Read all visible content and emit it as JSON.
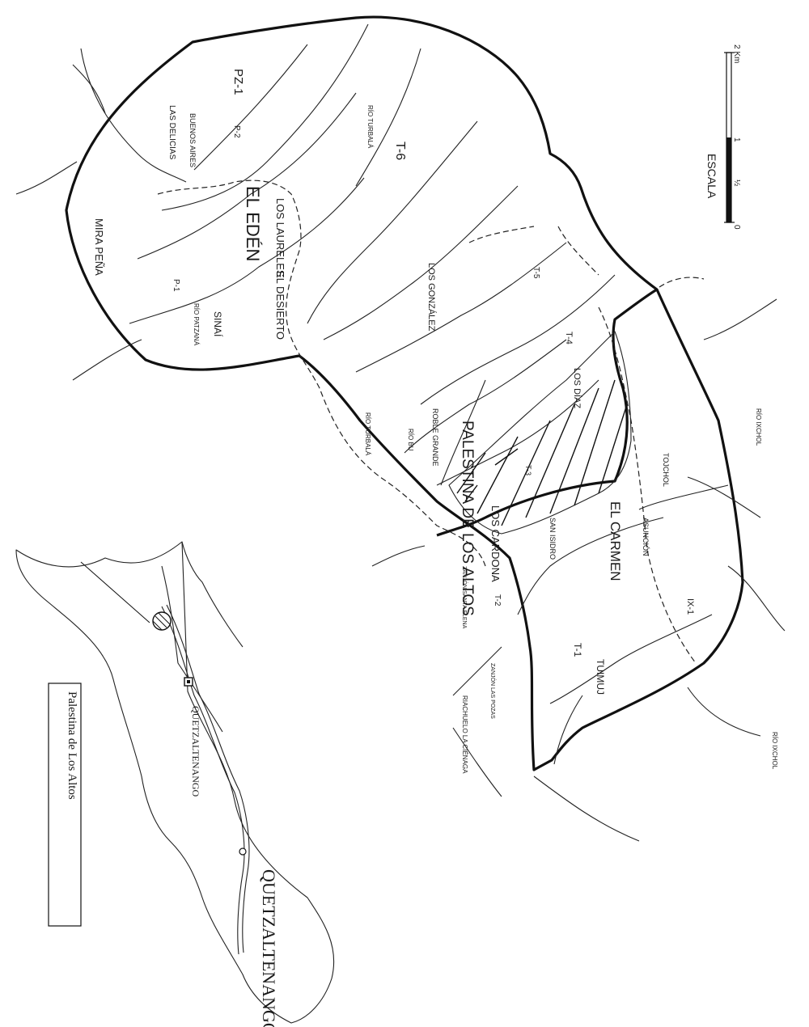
{
  "inset": {
    "box_label": "Palestina de Los Altos",
    "dept_label": "QUETZALTENANGO",
    "city_label": "QUETZALTENANGO"
  },
  "scale": {
    "title": "ESCALA",
    "ticks": [
      "0",
      "½",
      "1",
      "2 Km"
    ]
  },
  "places": {
    "pz1": "PZ-1",
    "p2": "P-2",
    "p1": "P-1",
    "las_delicias": "LAS DELICIAS",
    "buenos_aires": "BUENOS AIRES",
    "mira_pena": "MIRA PEÑA",
    "el_eden": "EL EDÉN",
    "sinai": "SINAÍ",
    "rio_patzana": "RÍO PATZANÁ",
    "rio_turbala_1": "RÍO TURBALÁ",
    "t6": "T-6",
    "los_laureles": "LOS LAURELES",
    "el_desierto": "EL DESIERTO",
    "t5": "T-5",
    "los_gonzalez": "LOS GONZÁLEZ",
    "t4": "T-4",
    "los_diaz": "LOS DÍAZ",
    "rio_turbala_2": "RÍO TURBALÁ",
    "rio_bu": "RÍO BU",
    "roble_grande": "ROBLE GRANDE",
    "palestina": "PALESTINA DE LOS ALTOS",
    "t3": "T-3",
    "san_isidro": "SAN ISIDRO",
    "los_cardona": "LOS CARDONA",
    "el_carmen": "EL CARMEN",
    "tojchol": "TOJCHOL",
    "asuncion": "ASUNCIÓN",
    "rio_ixchol_1": "RÍO IXCHOL",
    "ix1": "IX-1",
    "t2": "T-2",
    "t1": "T-1",
    "tuimuj": "TUIMUJ",
    "zanjon": "ZANJÓN SANTA ELENA",
    "riachuelo": "RIACHUELO LA CIÉNAGA",
    "zanjon_pozas": "ZANJÓN LAS POZAS",
    "rio_ixchol_2": "RÍO IXCHOL"
  }
}
